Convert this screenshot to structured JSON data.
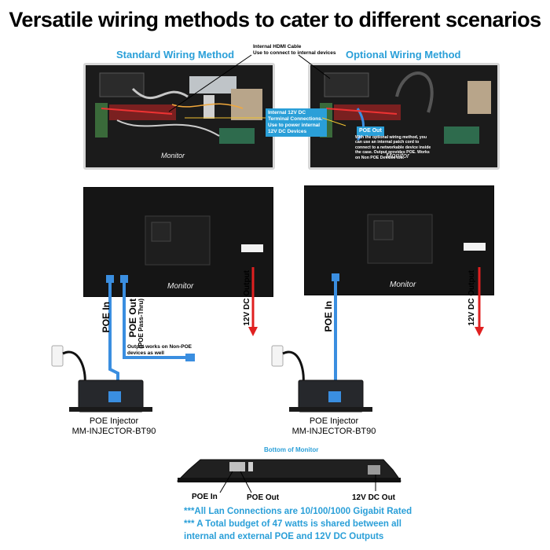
{
  "title": "Versatile wiring methods to cater to different scenarios",
  "top": {
    "standard_heading": "Standard Wiring Method",
    "optional_heading": "Optional Wiring Method",
    "hdmi_note": [
      "Internal HDMI Cable",
      "Use to connect to internal devices"
    ],
    "dc_callout": [
      "Internal 12V DC",
      "Terminal Connections.",
      "Use to power internal",
      "12V DC Devices"
    ],
    "poe_out_label": "POE Out",
    "optional_note": [
      "With the optional wiring method, you",
      "can use an internal patch cord to",
      "connect to a networkable device inside",
      "the case. Output provides POE. Works",
      "on Non POE Devices too."
    ]
  },
  "left_setup": {
    "poe_in": "POE In",
    "poe_out": "POE Out",
    "poe_out_sub": "(POE Pass-Thru)",
    "dc_output": "12V DC Output",
    "non_poe_note": [
      "Output works on Non-POE",
      "devices as well"
    ],
    "injector_caption": [
      "POE Injector",
      "MM-INJECTOR-BT90"
    ]
  },
  "right_setup": {
    "poe_in": "POE In",
    "dc_output": "12V DC Output",
    "injector_caption": [
      "POE Injector",
      "MM-INJECTOR-BT90"
    ]
  },
  "bottom": {
    "heading": "Bottom of Monitor",
    "poe_in": "POE In",
    "poe_out": "POE Out",
    "dc_out": "12V DC Out",
    "notes": [
      "***All Lan Connections are 10/100/1000 Gigabit Rated",
      "*** A Total budget of 47 watts is shared between all",
      "internal and external POE and 12V DC Outputs"
    ]
  },
  "colors": {
    "accent_blue": "#2a9fd8",
    "dc_red": "#e02020",
    "cable_blue": "#3a8ee0"
  }
}
